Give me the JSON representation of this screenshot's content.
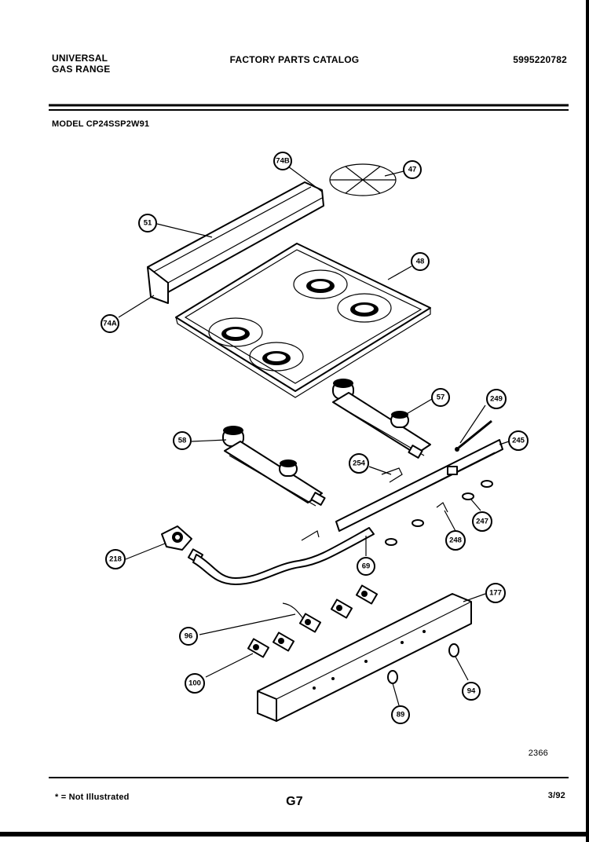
{
  "header": {
    "brand_line1": "UNIVERSAL",
    "brand_line2": "GAS RANGE",
    "catalog_title": "FACTORY PARTS CATALOG",
    "part_number": "5995220782",
    "model": "MODEL CP24SSP2W91"
  },
  "footer": {
    "legend": "* = Not Illustrated",
    "page_code": "G7",
    "date": "3/92",
    "figure_number": "2366"
  },
  "callouts": [
    "74B",
    "47",
    "51",
    "48",
    "74A",
    "57",
    "249",
    "58",
    "245",
    "254",
    "247",
    "248",
    "218",
    "69",
    "177",
    "96",
    "100",
    "94",
    "89"
  ]
}
